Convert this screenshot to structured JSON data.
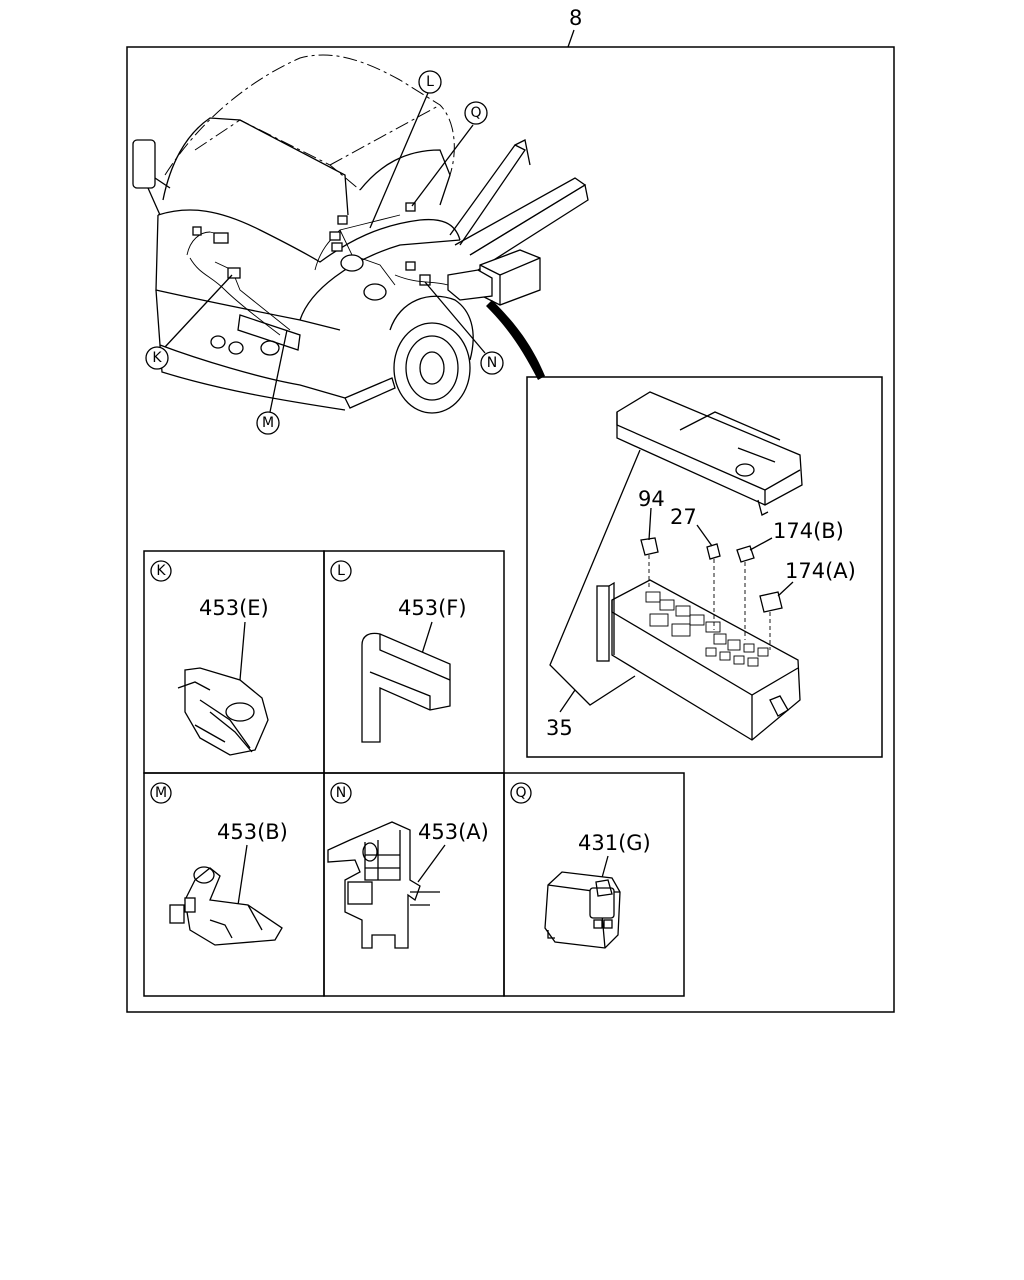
{
  "diagram": {
    "main_ref": "8",
    "main_view": {
      "callouts": [
        "L",
        "Q",
        "K",
        "N",
        "M"
      ]
    },
    "fuse_box": {
      "labels": [
        "94",
        "27",
        "174(B)",
        "174(A)",
        "35"
      ]
    },
    "details": [
      {
        "id": "K",
        "part": "453(E)"
      },
      {
        "id": "L",
        "part": "453(F)"
      },
      {
        "id": "M",
        "part": "453(B)"
      },
      {
        "id": "N",
        "part": "453(A)"
      },
      {
        "id": "Q",
        "part": "431(G)"
      }
    ]
  }
}
